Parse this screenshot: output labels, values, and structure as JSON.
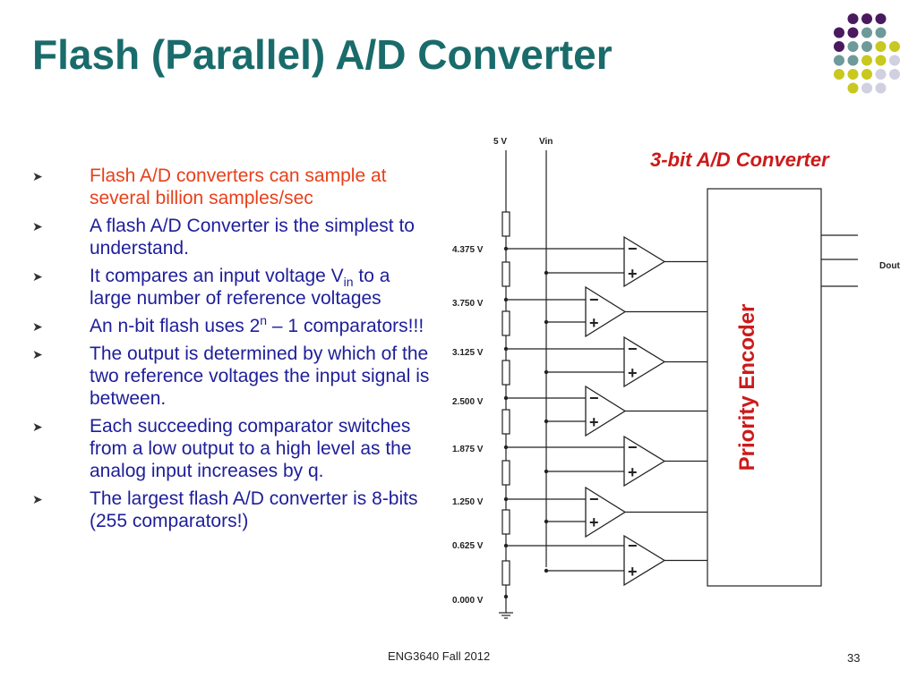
{
  "slide": {
    "title": "Flash (Parallel) A/D Converter",
    "footer": "ENG3640 Fall 2012",
    "page_number": "33"
  },
  "bullets": [
    {
      "text": "Flash A/D converters can sample at several billion samples/sec"
    },
    {
      "text": "A flash A/D Converter is the simplest to understand."
    },
    {
      "pre": "It compares an input voltage V",
      "sub": "in",
      "post": " to a large number of reference voltages"
    },
    {
      "pre": "An n-bit flash uses 2",
      "sup": "n",
      "post": " – 1 comparators!!!"
    },
    {
      "text": "The output is determined  by which of the two reference voltages the input signal is between."
    },
    {
      "text": "Each succeeding comparator switches from a low output to a high level as the analog input increases by q."
    },
    {
      "text": "The largest flash A/D converter is 8-bits (255 comparators!)"
    }
  ],
  "diagram": {
    "supply_label": "5 V",
    "input_label": "Vin",
    "converter_title": "3-bit A/D Converter",
    "encoder_label": "Priority Encoder",
    "output_label": "Dout",
    "comparator_minus": "−",
    "comparator_plus": "+",
    "voltage_labels": [
      "4.375 V",
      "3.750 V",
      "3.125 V",
      "2.500 V",
      "1.875 V",
      "1.250 V",
      "0.625 V",
      "0.000 V"
    ]
  },
  "colors": {
    "title": "#1a6b6b",
    "bullet_text": "#1e1e9a",
    "first_bullet": "#e8401a",
    "diagram_accent": "#cc1a1a",
    "dot_purple": "#4a1a5e",
    "dot_teal": "#6e9a9a",
    "dot_olive": "#c8c820",
    "dot_lavender": "#d0d0e0"
  },
  "icons": {
    "bullet": "arrow-right-icon",
    "ground": "ground-icon"
  }
}
